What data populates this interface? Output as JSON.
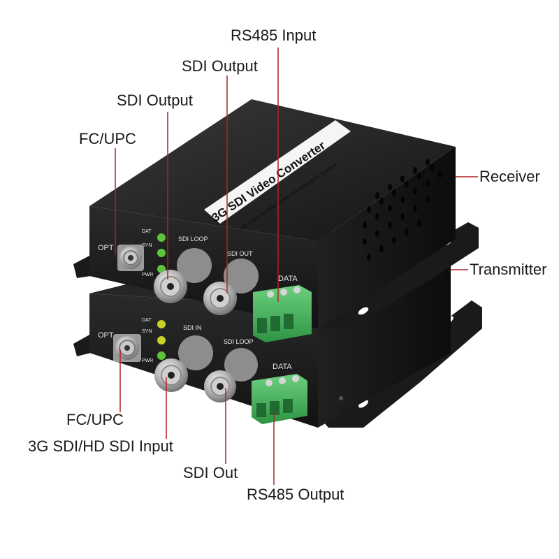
{
  "callouts": {
    "rs485_input": "RS485 Input",
    "sdi_output_top": "SDI Output",
    "sdi_output_mid": "SDI Output",
    "fc_upc_top": "FC/UPC",
    "receiver": "Receiver",
    "transmitter": "Transmitter",
    "fc_upc_bottom": "FC/UPC",
    "sdi_input": "3G SDI/HD SDI Input",
    "sdi_out": "SDI Out",
    "rs485_output": "RS485 Output"
  },
  "device_labels": {
    "banner_title": "3G SDI Video Converter",
    "banner_subtitle": "HD video to fiber optic transmission system",
    "receiver_opt": "OPT",
    "receiver_dat": "DAT",
    "receiver_syn": "SYN",
    "receiver_pwr": "PWR",
    "receiver_sdi_loop": "SDI LOOP",
    "receiver_sdi_out": "SDI  OUT",
    "receiver_data": "DATA",
    "transmitter_opt": "OPT",
    "transmitter_dat": "DAT",
    "transmitter_syn": "SYN",
    "transmitter_pwr": "PWR",
    "transmitter_sdi_in": "SDI  IN",
    "transmitter_sdi_loop": "SDI LOOP",
    "transmitter_data": "DATA"
  },
  "colors": {
    "callout_line": "#b22222",
    "device_body": "#1c1c1c",
    "terminal_green": "#3fae57",
    "led_green": "#5ec43b",
    "led_yellow": "#c8d02a"
  }
}
